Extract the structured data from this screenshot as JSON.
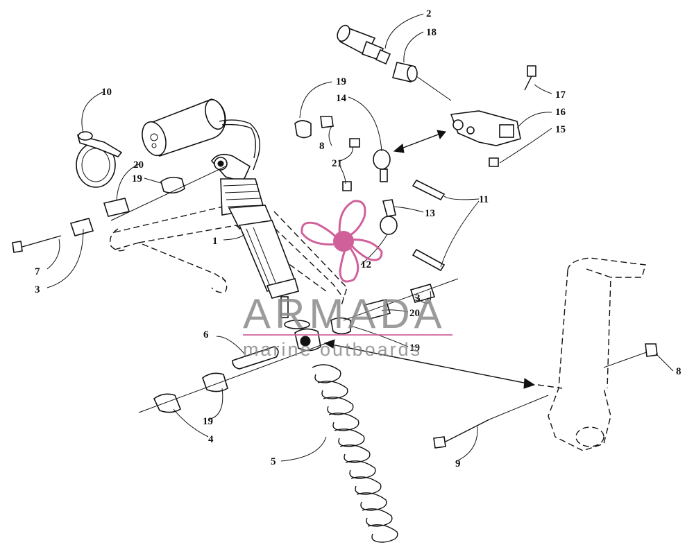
{
  "labels": {
    "n1": "1",
    "n2": "2",
    "n3a": "3",
    "n3b": "3",
    "n4": "4",
    "n5": "5",
    "n6": "6",
    "n7": "7",
    "n8a": "8",
    "n8b": "8",
    "n9": "9",
    "n10": "10",
    "n11": "11",
    "n12": "12",
    "n13": "13",
    "n14": "14",
    "n15": "15",
    "n16": "16",
    "n17": "17",
    "n18": "18",
    "n19a": "19",
    "n19b": "19",
    "n19c": "19",
    "n19d": "19",
    "n20a": "20",
    "n20b": "20",
    "n21": "21"
  },
  "watermark": {
    "title": "ARMADA",
    "subtitle": "marine outboards",
    "logo_icon": "propeller-logo-icon",
    "colors": {
      "logo": "#d0609a",
      "text": "#8a8a8a",
      "rule": "#d0609a"
    }
  }
}
